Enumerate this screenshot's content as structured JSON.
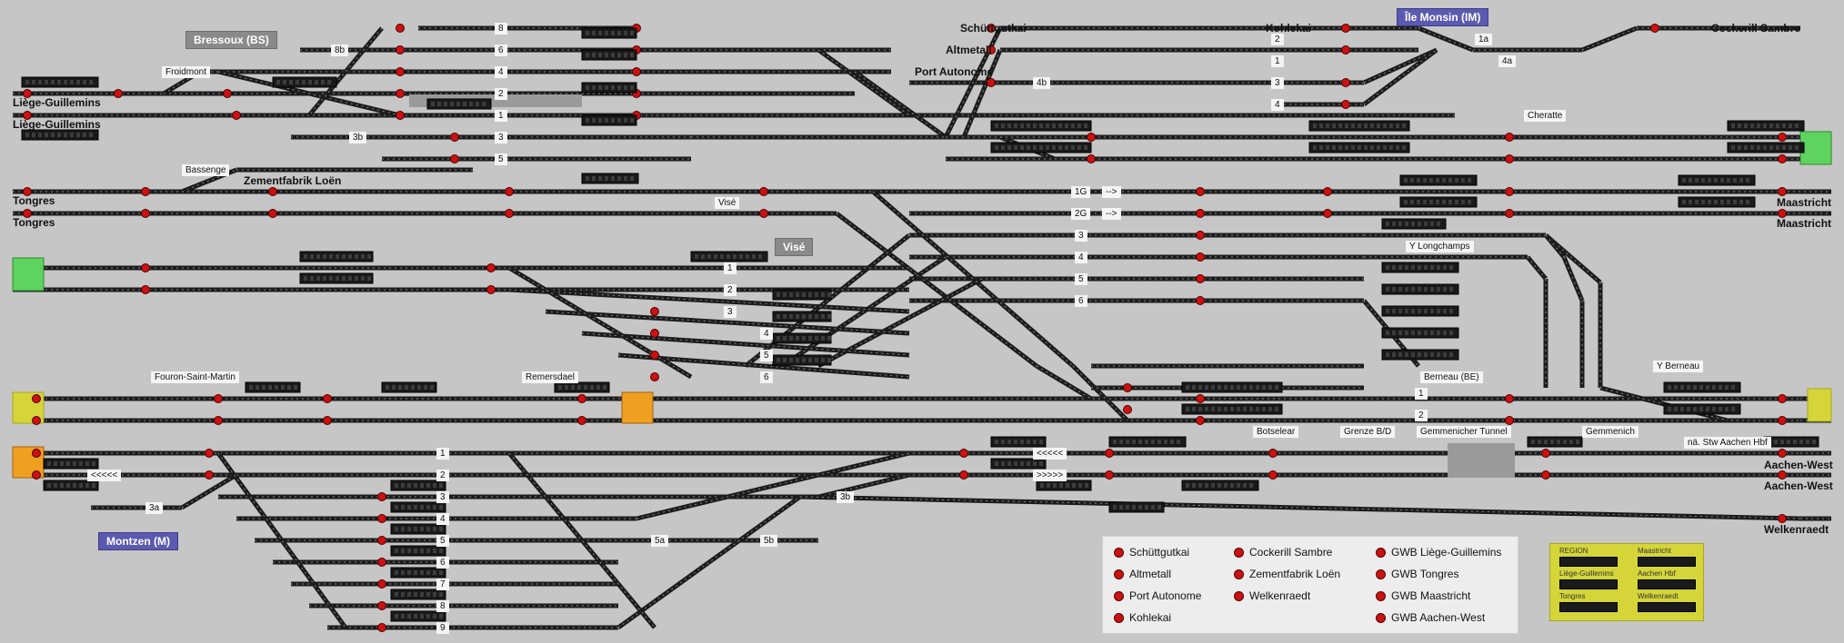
{
  "colors": {
    "background": "#c6c6c6",
    "track": "#1c1c1c",
    "signal_red": "#cc1111",
    "station_gray": "#8a8a8a",
    "station_blue": "#5a5ab0",
    "region_yellow": "#d5d53a",
    "green_zone": "#5fd35f",
    "orange_zone": "#f0a020"
  },
  "stations": {
    "bressoux": "Bressoux (BS)",
    "ile_monsin": "Île Monsin (IM)",
    "vise_box": "Visé",
    "montzen": "Montzen (M)"
  },
  "destinations": {
    "liege1": "Liège-Guillemins",
    "liege2": "Liège-Guillemins",
    "tongres1": "Tongres",
    "tongres2": "Tongres",
    "schuttgutkai": "Schüttgutkai",
    "altmetall": "Altmetall",
    "port_autonome": "Port Autonome",
    "kohlekai": "Kohlekai",
    "cockerill": "Cockerill Sambre",
    "maastricht1": "Maastricht",
    "maastricht2": "Maastricht",
    "aachen1": "Aachen-West",
    "aachen2": "Aachen-West",
    "welkenraedt": "Welkenraedt"
  },
  "places": {
    "froidmont": "Froidmont",
    "bassenge": "Bassenge",
    "zementfabrik": "Zementfabrik Loën",
    "vise_small": "Visé",
    "cheratte": "Cheratte",
    "y_longchamps": "Y Longchamps",
    "y_berneau": "Y Berneau",
    "berneau": "Berneau (BE)",
    "fouron": "Fouron-Saint-Martin",
    "remersdael": "Remersdael",
    "botselear": "Botselear",
    "grenze": "Grenze B/D",
    "gemmenicher": "Gemmenicher Tunnel",
    "gemmenich": "Gemmenich",
    "na_stw": "nä. Stw Aachen Hbf"
  },
  "track_numbers": {
    "bs": [
      "8",
      "8b",
      "6",
      "4",
      "2",
      "1",
      "3",
      "3b",
      "5"
    ],
    "im": [
      "2",
      "1",
      "1a",
      "4a",
      "4b",
      "3",
      "4"
    ],
    "vise": [
      "1G",
      "2G",
      "3",
      "4",
      "5",
      "6"
    ],
    "v2": [
      "1",
      "2",
      "3",
      "4",
      "5",
      "6"
    ],
    "berneau": [
      "1",
      "2"
    ],
    "montzen": [
      "1",
      "2",
      "3",
      "3a",
      "4",
      "5",
      "5a",
      "5b",
      "6",
      "7",
      "8",
      "9",
      "3b"
    ]
  },
  "arrows": {
    "right": "-->",
    "left": "<<<<<",
    "right2": ">>>>>"
  },
  "legend": {
    "items": [
      "Schüttgutkai",
      "Cockerill Sambre",
      "GWB Liège-Guillemins",
      "Altmetall",
      "Zementfabrik Loën",
      "GWB Tongres",
      "Port Autonome",
      "Welkenraedt",
      "GWB Maastricht",
      "Kohlekai",
      "GWB Aachen-West"
    ]
  },
  "region_box": {
    "title": "REGION",
    "labels": [
      "Maastricht",
      "Liège-Guillemins",
      "Aachen Hbf",
      "Tongres",
      "Welkenraedt"
    ]
  }
}
